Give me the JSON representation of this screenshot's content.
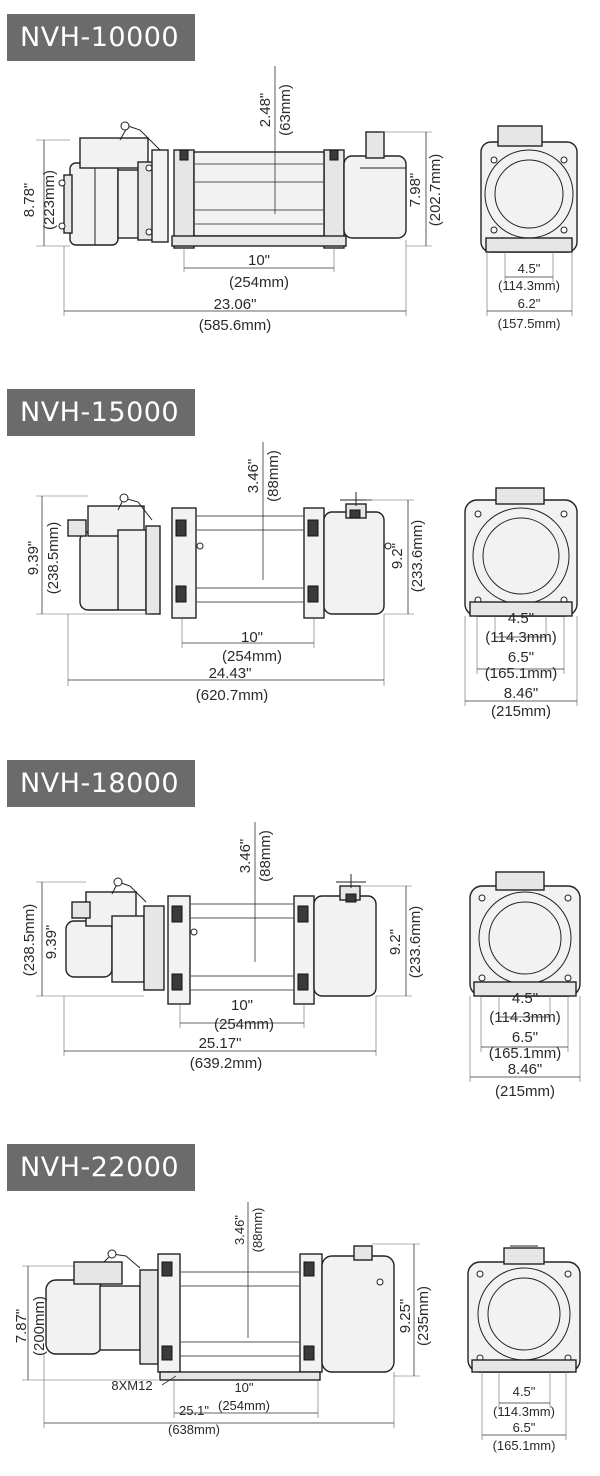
{
  "sections": [
    {
      "model": "NVH-10000",
      "drum_height_in": "2.48\"",
      "drum_height_mm": "(63mm)",
      "left_height_in": "8.78\"",
      "left_height_mm": "(223mm)",
      "right_height_in": "7.98\"",
      "right_height_mm": "(202.7mm)",
      "drum_length_in": "10\"",
      "drum_length_mm": "(254mm)",
      "total_length_in": "23.06\"",
      "total_length_mm": "(585.6mm)",
      "side_a_in": "4.5\"",
      "side_a_mm": "(114.3mm)",
      "side_b_in": "6.2\"",
      "side_b_mm": "(157.5mm)"
    },
    {
      "model": "NVH-15000",
      "drum_height_in": "3.46\"",
      "drum_height_mm": "(88mm)",
      "left_height_in": "9.39\"",
      "left_height_mm": "(238.5mm)",
      "right_height_in": "9.2\"",
      "right_height_mm": "(233.6mm)",
      "drum_length_in": "10\"",
      "drum_length_mm": "(254mm)",
      "total_length_in": "24.43\"",
      "total_length_mm": "(620.7mm)",
      "side_a_in": "4.5\"",
      "side_a_mm": "(114.3mm)",
      "side_b_in": "6.5\"",
      "side_b_mm": "(165.1mm)",
      "side_c_in": "8.46\"",
      "side_c_mm": "(215mm)"
    },
    {
      "model": "NVH-18000",
      "drum_height_in": "3.46\"",
      "drum_height_mm": "(88mm)",
      "left_height_in": "9.39\"",
      "left_height_mm": "(238.5mm)",
      "right_height_in": "9.2\"",
      "right_height_mm": "(233.6mm)",
      "drum_length_in": "10\"",
      "drum_length_mm": "(254mm)",
      "total_length_in": "25.17\"",
      "total_length_mm": "(639.2mm)",
      "side_a_in": "4.5\"",
      "side_a_mm": "(114.3mm)",
      "side_b_in": "6.5\"",
      "side_b_mm": "(165.1mm)",
      "side_c_in": "8.46\"",
      "side_c_mm": "(215mm)"
    },
    {
      "model": "NVH-22000",
      "drum_height_in": "3.46\"",
      "drum_height_mm": "(88mm)",
      "left_height_in": "7.87\"",
      "left_height_mm": "(200mm)",
      "right_height_in": "9.25\"",
      "right_height_mm": "(235mm)",
      "drum_length_in": "10\"",
      "drum_length_mm": "(254mm)",
      "total_length_in": "25.1\"",
      "total_length_mm": "(638mm)",
      "bolt_label": "8XM12",
      "side_a_in": "4.5\"",
      "side_a_mm": "(114.3mm)",
      "side_b_in": "6.5\"",
      "side_b_mm": "(165.1mm)"
    }
  ]
}
